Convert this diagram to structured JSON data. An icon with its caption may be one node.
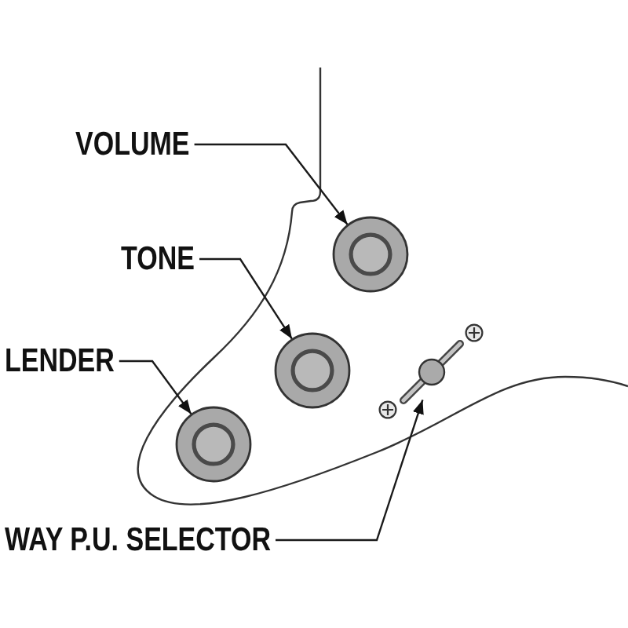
{
  "diagram": {
    "nodes": [
      {
        "text": [
          "VOLUME"
        ]
      },
      {
        "text": [],
        "shape": "circle"
      },
      {
        "text": [
          "TONE"
        ]
      },
      {
        "text": [],
        "shape": "circle"
      },
      {
        "text": [
          "LENDER"
        ]
      },
      {
        "text": [],
        "shape": "circle"
      },
      {
        "text": [
          "WAY P.U. SELECTOR"
        ]
      },
      {
        "text": [],
        "shape": "bar"
      }
    ],
    "edges": [
      {
        "from": 0,
        "to": 1,
        "arrow": "to"
      },
      {
        "from": 2,
        "to": 3,
        "arrow": "to"
      },
      {
        "from": 4,
        "to": 5,
        "arrow": "to"
      },
      {
        "from": 6,
        "to": 7,
        "arrow": "to"
      }
    ]
  }
}
